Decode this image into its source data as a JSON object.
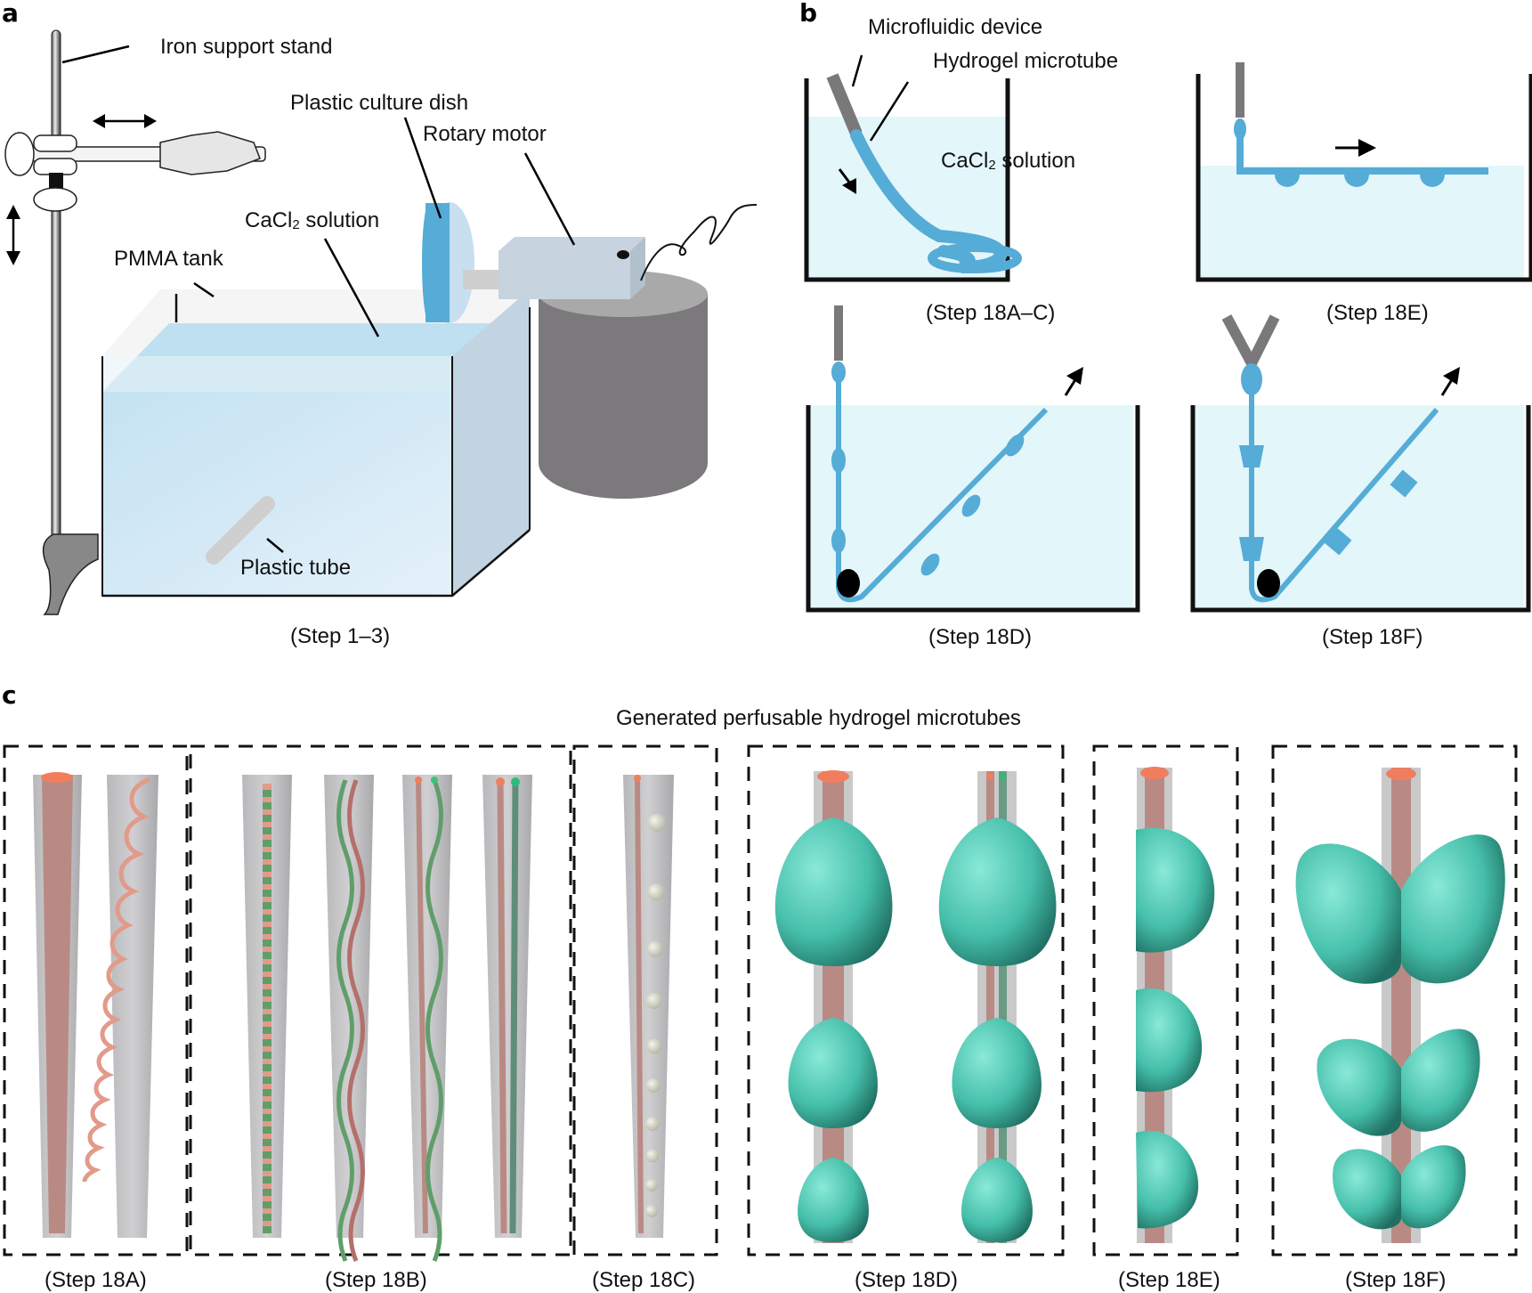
{
  "figure": {
    "panels": {
      "a": {
        "letter": "a",
        "labels": {
          "stand": "Iron support stand",
          "dish": "Plastic culture dish",
          "motor": "Rotary motor",
          "cacl2_main": "CaCl",
          "cacl2_sub": "2",
          "cacl2_rest": " solution",
          "tank": "PMMA tank",
          "tube": "Plastic tube"
        },
        "caption": "(Step 1–3)"
      },
      "b": {
        "letter": "b",
        "labels": {
          "device": "Microfluidic device",
          "microtube": "Hydrogel microtube",
          "cacl2_main": "CaCl",
          "cacl2_sub": "2",
          "cacl2_rest": " solution"
        },
        "captions": [
          "(Step 18A–C)",
          "(Step 18E)",
          "(Step 18D)",
          "(Step 18F)"
        ]
      },
      "c": {
        "letter": "c",
        "title": "Generated perfusable hydrogel microtubes",
        "groups": [
          {
            "caption": "(Step 18A)"
          },
          {
            "caption": "(Step 18B)"
          },
          {
            "caption": "(Step 18C)"
          },
          {
            "caption": "(Step 18D)"
          },
          {
            "caption": "(Step 18E)"
          },
          {
            "caption": "(Step 18F)"
          }
        ]
      }
    },
    "colors": {
      "water": "#e3f6fa",
      "tube_blue": "#55acd6",
      "device_gray": "#7a787a",
      "gel_gray": "#c4c4c6",
      "core_pink": "#b98a83",
      "tip_orange": "#f07e5e",
      "green": "#5f9e6a",
      "teal": "#4dc4b0",
      "motor_gray": "#7b797b",
      "motor_box": "#c7d3de"
    }
  }
}
